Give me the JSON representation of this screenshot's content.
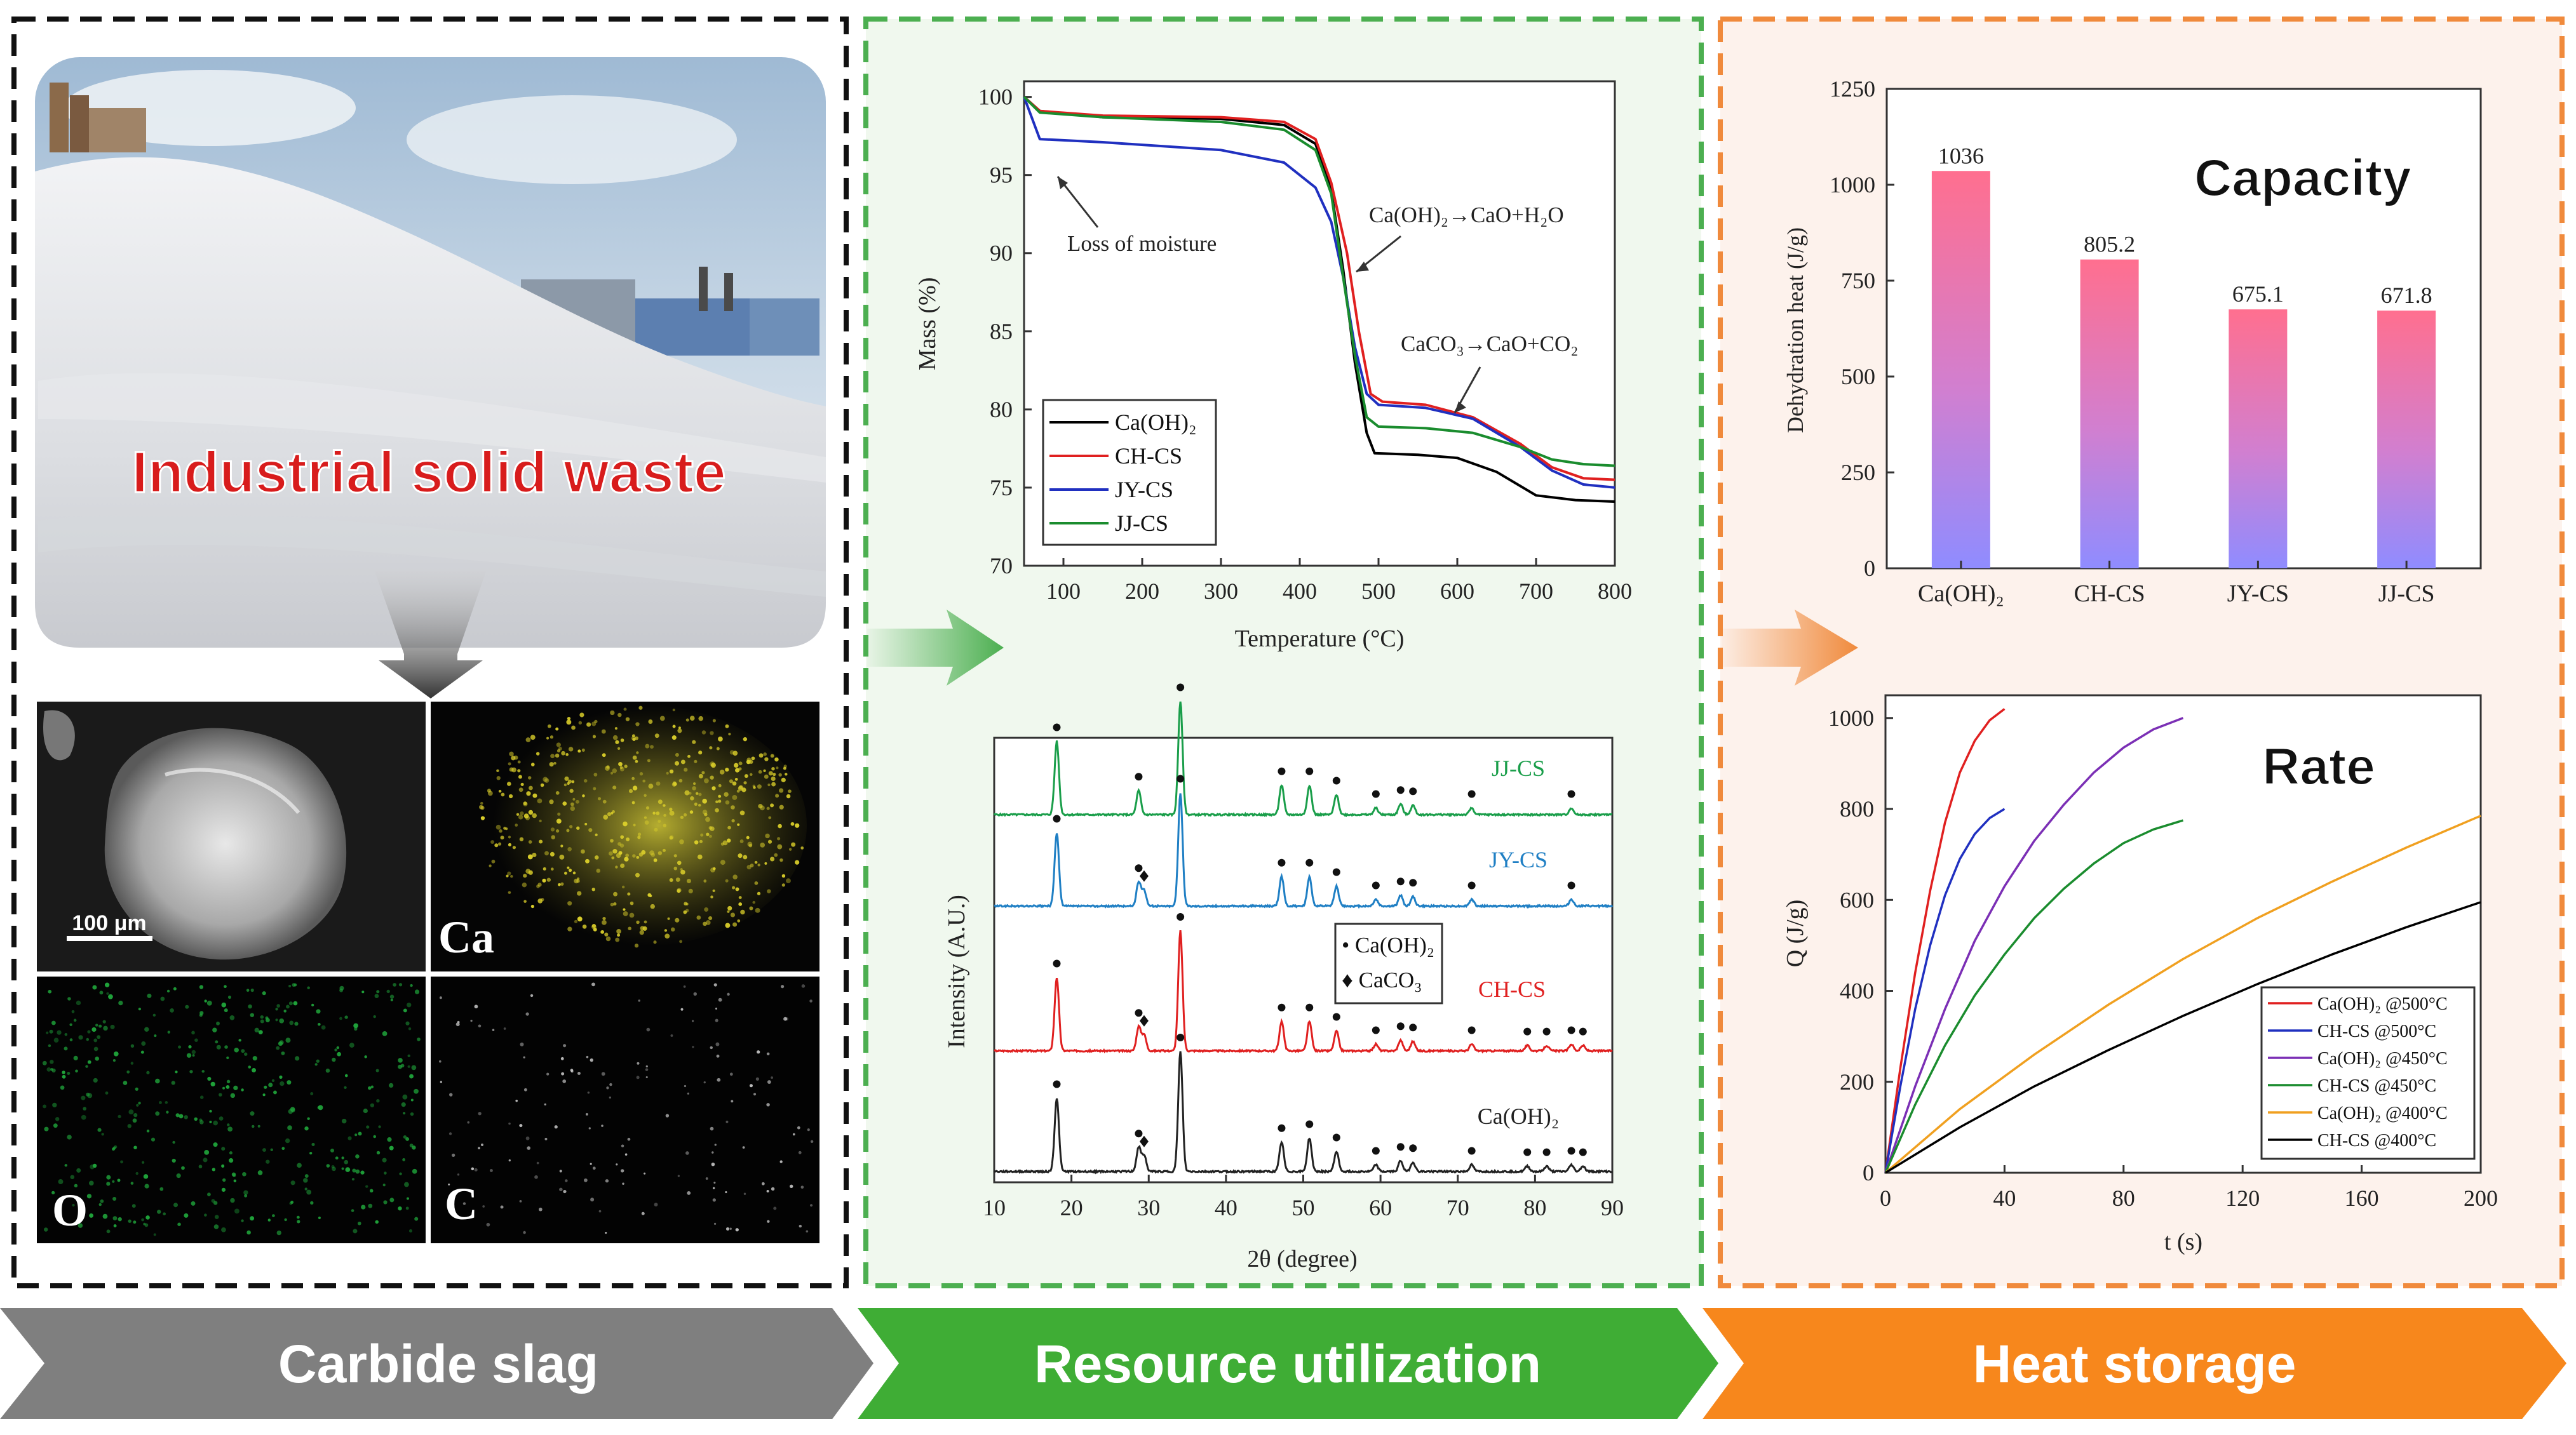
{
  "panels": {
    "left": {
      "photo_title": "Industrial solid waste",
      "scale_bar": "100 μm",
      "eds_labels": [
        "Ca",
        "O",
        "C"
      ]
    },
    "bottom_banner": [
      "Carbide slag",
      "Resource utilization",
      "Heat storage"
    ]
  },
  "colors": {
    "left_border": "#111111",
    "middle_border": "#4caf50",
    "right_border": "#f08a3c",
    "banner_gray": "#7f7f7f",
    "banner_green": "#3fad35",
    "banner_orange": "#f7871c",
    "red_title": "#d81c1c"
  },
  "chart_data": [
    {
      "type": "line",
      "name": "TGA",
      "xlabel": "Temperature (°C)",
      "ylabel": "Mass (%)",
      "xlim": [
        50,
        800
      ],
      "ylim": [
        70,
        101
      ],
      "xticks": [
        100,
        200,
        300,
        400,
        500,
        600,
        700,
        800
      ],
      "yticks": [
        70,
        75,
        80,
        85,
        90,
        95,
        100
      ],
      "annotations": [
        "Loss of moisture",
        "Ca(OH)₂→CaO+H₂O",
        "CaCO₃→CaO+CO₂"
      ],
      "legend_position": "bottom-left",
      "series": [
        {
          "name": "Ca(OH)₂",
          "color": "#000000",
          "x": [
            50,
            70,
            150,
            300,
            380,
            420,
            440,
            455,
            470,
            485,
            495,
            550,
            600,
            650,
            700,
            750,
            800
          ],
          "y": [
            100,
            99.1,
            98.7,
            98.6,
            98.2,
            97.0,
            94,
            89,
            83,
            78.5,
            77.2,
            77.1,
            76.9,
            76.0,
            74.5,
            74.2,
            74.1
          ]
        },
        {
          "name": "CH-CS",
          "color": "#e02020",
          "x": [
            50,
            70,
            150,
            300,
            380,
            420,
            440,
            460,
            475,
            490,
            505,
            560,
            620,
            680,
            720,
            760,
            800
          ],
          "y": [
            100,
            99.1,
            98.8,
            98.7,
            98.4,
            97.3,
            94.5,
            90,
            85,
            81,
            80.5,
            80.3,
            79.5,
            77.8,
            76.3,
            75.6,
            75.5
          ]
        },
        {
          "name": "JY-CS",
          "color": "#2030c0",
          "x": [
            50,
            70,
            150,
            300,
            380,
            420,
            440,
            455,
            470,
            485,
            500,
            560,
            620,
            680,
            720,
            760,
            800
          ],
          "y": [
            100,
            97.3,
            97.1,
            96.6,
            95.8,
            94.2,
            92,
            88.5,
            84,
            81,
            80.3,
            80.1,
            79.4,
            77.6,
            76.1,
            75.2,
            75.0
          ]
        },
        {
          "name": "JJ-CS",
          "color": "#1a8c2e",
          "x": [
            50,
            70,
            150,
            300,
            380,
            420,
            440,
            455,
            470,
            485,
            500,
            560,
            620,
            680,
            720,
            760,
            800
          ],
          "y": [
            100,
            99.0,
            98.7,
            98.4,
            97.9,
            96.6,
            93.8,
            88.5,
            83.5,
            79.5,
            78.9,
            78.8,
            78.5,
            77.6,
            76.8,
            76.5,
            76.4
          ]
        }
      ]
    },
    {
      "type": "line",
      "name": "XRD",
      "xlabel": "2θ (degree)",
      "ylabel": "Intensity (A.U.)",
      "xlim": [
        10,
        90
      ],
      "xticks": [
        10,
        20,
        30,
        40,
        50,
        60,
        70,
        80,
        90
      ],
      "legend": [
        "• Ca(OH)₂",
        "♦ CaCO₃"
      ],
      "series": [
        {
          "name": "JJ-CS",
          "color": "#1a9e4a",
          "peaks": [
            [
              18.1,
              0.55
            ],
            [
              28.7,
              0.18
            ],
            [
              34.1,
              0.85
            ],
            [
              47.2,
              0.22
            ],
            [
              50.8,
              0.22
            ],
            [
              54.3,
              0.15
            ],
            [
              59.4,
              0.05
            ],
            [
              62.6,
              0.08
            ],
            [
              64.2,
              0.07
            ],
            [
              71.8,
              0.05
            ],
            [
              84.7,
              0.05
            ]
          ]
        },
        {
          "name": "JY-CS",
          "color": "#1f7fc4",
          "peaks": [
            [
              18.1,
              0.55
            ],
            [
              28.7,
              0.18
            ],
            [
              29.4,
              0.12
            ],
            [
              34.1,
              0.85
            ],
            [
              47.2,
              0.22
            ],
            [
              50.8,
              0.22
            ],
            [
              54.3,
              0.15
            ],
            [
              59.4,
              0.05
            ],
            [
              62.6,
              0.08
            ],
            [
              64.2,
              0.07
            ],
            [
              71.8,
              0.05
            ],
            [
              84.7,
              0.05
            ]
          ]
        },
        {
          "name": "CH-CS",
          "color": "#e02020",
          "peaks": [
            [
              18.1,
              0.55
            ],
            [
              28.7,
              0.18
            ],
            [
              29.4,
              0.12
            ],
            [
              34.1,
              0.9
            ],
            [
              47.2,
              0.22
            ],
            [
              50.8,
              0.22
            ],
            [
              54.3,
              0.15
            ],
            [
              59.4,
              0.05
            ],
            [
              62.6,
              0.08
            ],
            [
              64.2,
              0.07
            ],
            [
              71.8,
              0.05
            ],
            [
              79.0,
              0.04
            ],
            [
              81.5,
              0.04
            ],
            [
              84.7,
              0.05
            ],
            [
              86.2,
              0.04
            ]
          ]
        },
        {
          "name": "Ca(OH)₂",
          "color": "#222222",
          "peaks": [
            [
              18.1,
              0.55
            ],
            [
              28.7,
              0.18
            ],
            [
              29.4,
              0.12
            ],
            [
              34.1,
              0.9
            ],
            [
              47.2,
              0.22
            ],
            [
              50.8,
              0.25
            ],
            [
              54.3,
              0.15
            ],
            [
              59.4,
              0.05
            ],
            [
              62.6,
              0.08
            ],
            [
              64.2,
              0.07
            ],
            [
              71.8,
              0.05
            ],
            [
              79.0,
              0.04
            ],
            [
              81.5,
              0.04
            ],
            [
              84.7,
              0.05
            ],
            [
              86.2,
              0.04
            ]
          ]
        }
      ]
    },
    {
      "type": "bar",
      "name": "Capacity",
      "title": "Capacity",
      "ylabel": "Dehydration heat (J/g)",
      "ylim": [
        0,
        1250
      ],
      "yticks": [
        0,
        250,
        500,
        750,
        1000,
        1250
      ],
      "categories": [
        "Ca(OH)₂",
        "CH-CS",
        "JY-CS",
        "JJ-CS"
      ],
      "values": [
        1036,
        805.2,
        675.1,
        671.8
      ],
      "value_labels": [
        "1036",
        "805.2",
        "675.1",
        "671.8"
      ],
      "bar_gradient": [
        "#ff6f8f",
        "#8f8cff"
      ]
    },
    {
      "type": "line",
      "name": "Rate",
      "title": "Rate",
      "xlabel": "t (s)",
      "ylabel": "Q (J/g)",
      "xlim": [
        0,
        200
      ],
      "ylim": [
        0,
        1050
      ],
      "xticks": [
        0,
        40,
        80,
        120,
        160,
        200
      ],
      "yticks": [
        0,
        200,
        400,
        600,
        800,
        1000
      ],
      "legend_position": "bottom-right",
      "series": [
        {
          "name": "Ca(OH)₂ @500°C",
          "color": "#e02020",
          "x": [
            0,
            5,
            10,
            15,
            20,
            25,
            30,
            35,
            40
          ],
          "y": [
            0,
            230,
            440,
            620,
            770,
            880,
            950,
            995,
            1020
          ]
        },
        {
          "name": "CH-CS @500°C",
          "color": "#2030c0",
          "x": [
            0,
            5,
            10,
            15,
            20,
            25,
            30,
            35,
            40
          ],
          "y": [
            0,
            190,
            360,
            500,
            610,
            690,
            745,
            780,
            800
          ]
        },
        {
          "name": "Ca(OH)₂ @450°C",
          "color": "#7b2fb5",
          "x": [
            0,
            10,
            20,
            30,
            40,
            50,
            60,
            70,
            80,
            90,
            100
          ],
          "y": [
            0,
            190,
            360,
            510,
            630,
            730,
            810,
            880,
            935,
            975,
            1000
          ]
        },
        {
          "name": "CH-CS @450°C",
          "color": "#1a8c2e",
          "x": [
            0,
            10,
            20,
            30,
            40,
            50,
            60,
            70,
            80,
            90,
            100
          ],
          "y": [
            0,
            150,
            280,
            390,
            480,
            560,
            625,
            680,
            725,
            755,
            775
          ]
        },
        {
          "name": "Ca(OH)₂ @400°C",
          "color": "#f0a020",
          "x": [
            0,
            25,
            50,
            75,
            100,
            125,
            150,
            175,
            200
          ],
          "y": [
            0,
            140,
            260,
            370,
            470,
            560,
            640,
            715,
            785
          ]
        },
        {
          "name": "CH-CS @400°C",
          "color": "#000000",
          "x": [
            0,
            25,
            50,
            75,
            100,
            125,
            150,
            175,
            200
          ],
          "y": [
            0,
            100,
            190,
            270,
            345,
            415,
            480,
            540,
            595
          ]
        }
      ]
    }
  ]
}
